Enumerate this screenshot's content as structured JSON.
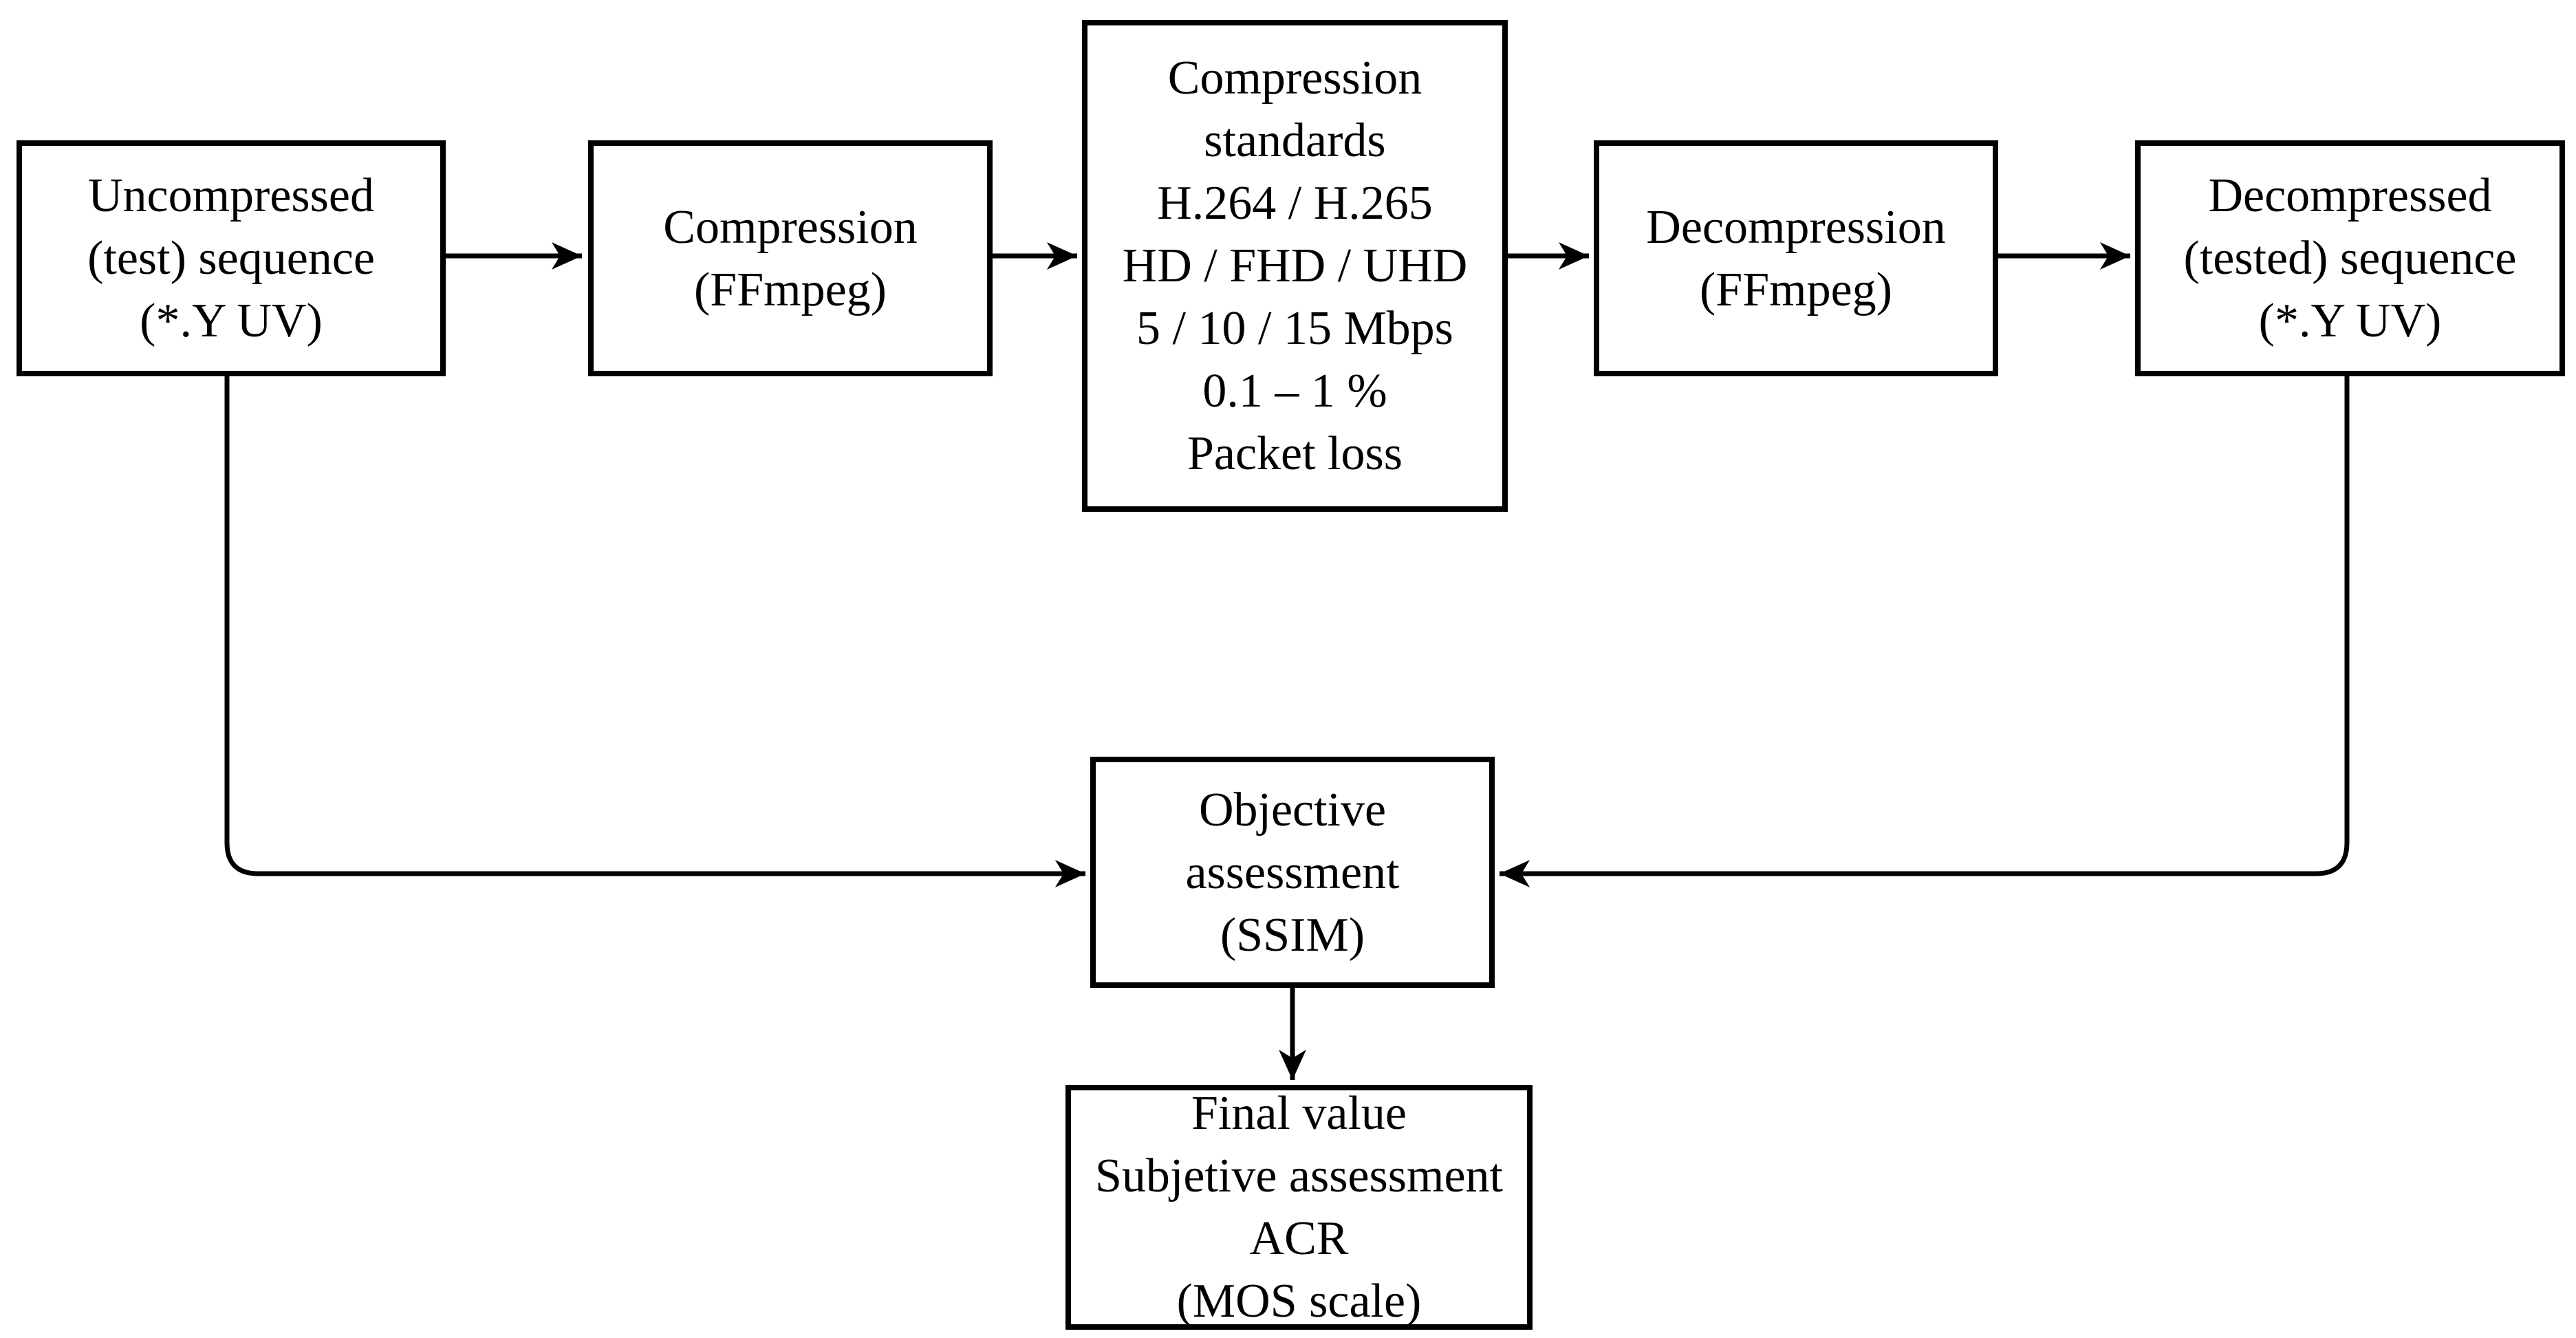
{
  "nodes": {
    "uncompressed": {
      "label": "Uncompressed\n(test) sequence\n(*.Y UV)"
    },
    "compression": {
      "label": "Compression\n(FFmpeg)"
    },
    "standards": {
      "label": "Compression\nstandards\nH.264 / H.265\nHD / FHD / UHD\n5 / 10 / 15 Mbps\n0.1 – 1 %\nPacket loss"
    },
    "decompression": {
      "label": "Decompression\n(FFmpeg)"
    },
    "decompressed": {
      "label": "Decompressed\n(tested) sequence\n(*.Y UV)"
    },
    "objective_assessment": {
      "label": "Objective\nassessment\n(SSIM)"
    },
    "final_value": {
      "label": "Final value\nSubjetive assessment\nACR\n(MOS scale)"
    }
  },
  "colors": {
    "background": "#ffffff",
    "node_fill": "#ffffff",
    "line": "#000000",
    "text": "#000000"
  }
}
